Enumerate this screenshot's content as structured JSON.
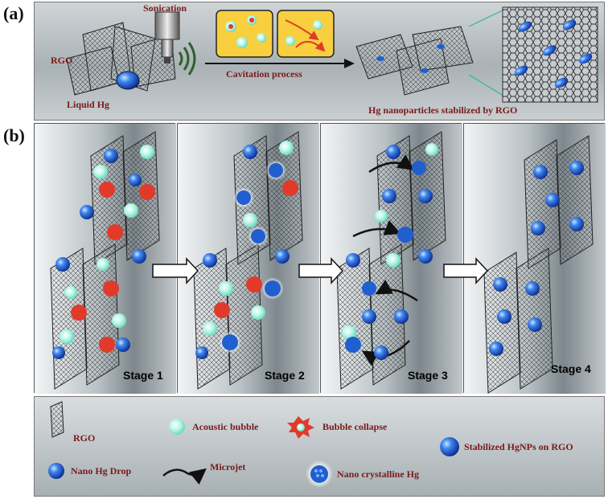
{
  "panel_a": {
    "label": "(a)",
    "sonication": "Sonication",
    "rgo": "RGO",
    "liquid_hg": "Liquid Hg",
    "cavitation": "Cavitation process",
    "result": "Hg nanoparticles stabilized by RGO"
  },
  "panel_b": {
    "label": "(b)",
    "stages": [
      "Stage 1",
      "Stage 2",
      "Stage 3",
      "Stage 4"
    ]
  },
  "legend": {
    "rgo": "RGO",
    "acoustic_bubble": "Acoustic bubble",
    "bubble_collapse": "Bubble collapse",
    "stabilized": "Stabilized HgNPs on RGO",
    "nano_hg_drop": "Nano Hg Drop",
    "microjet": "Microjet",
    "nano_crystalline": "Nano crystalline Hg"
  },
  "colors": {
    "label_red": "#7a1a1a",
    "bubble_cyan": "#9ff0dd",
    "hg_blue": "#1f5fd0",
    "panel_yellow": "#f7cf3f",
    "collapse_red": "#e23a2a"
  }
}
